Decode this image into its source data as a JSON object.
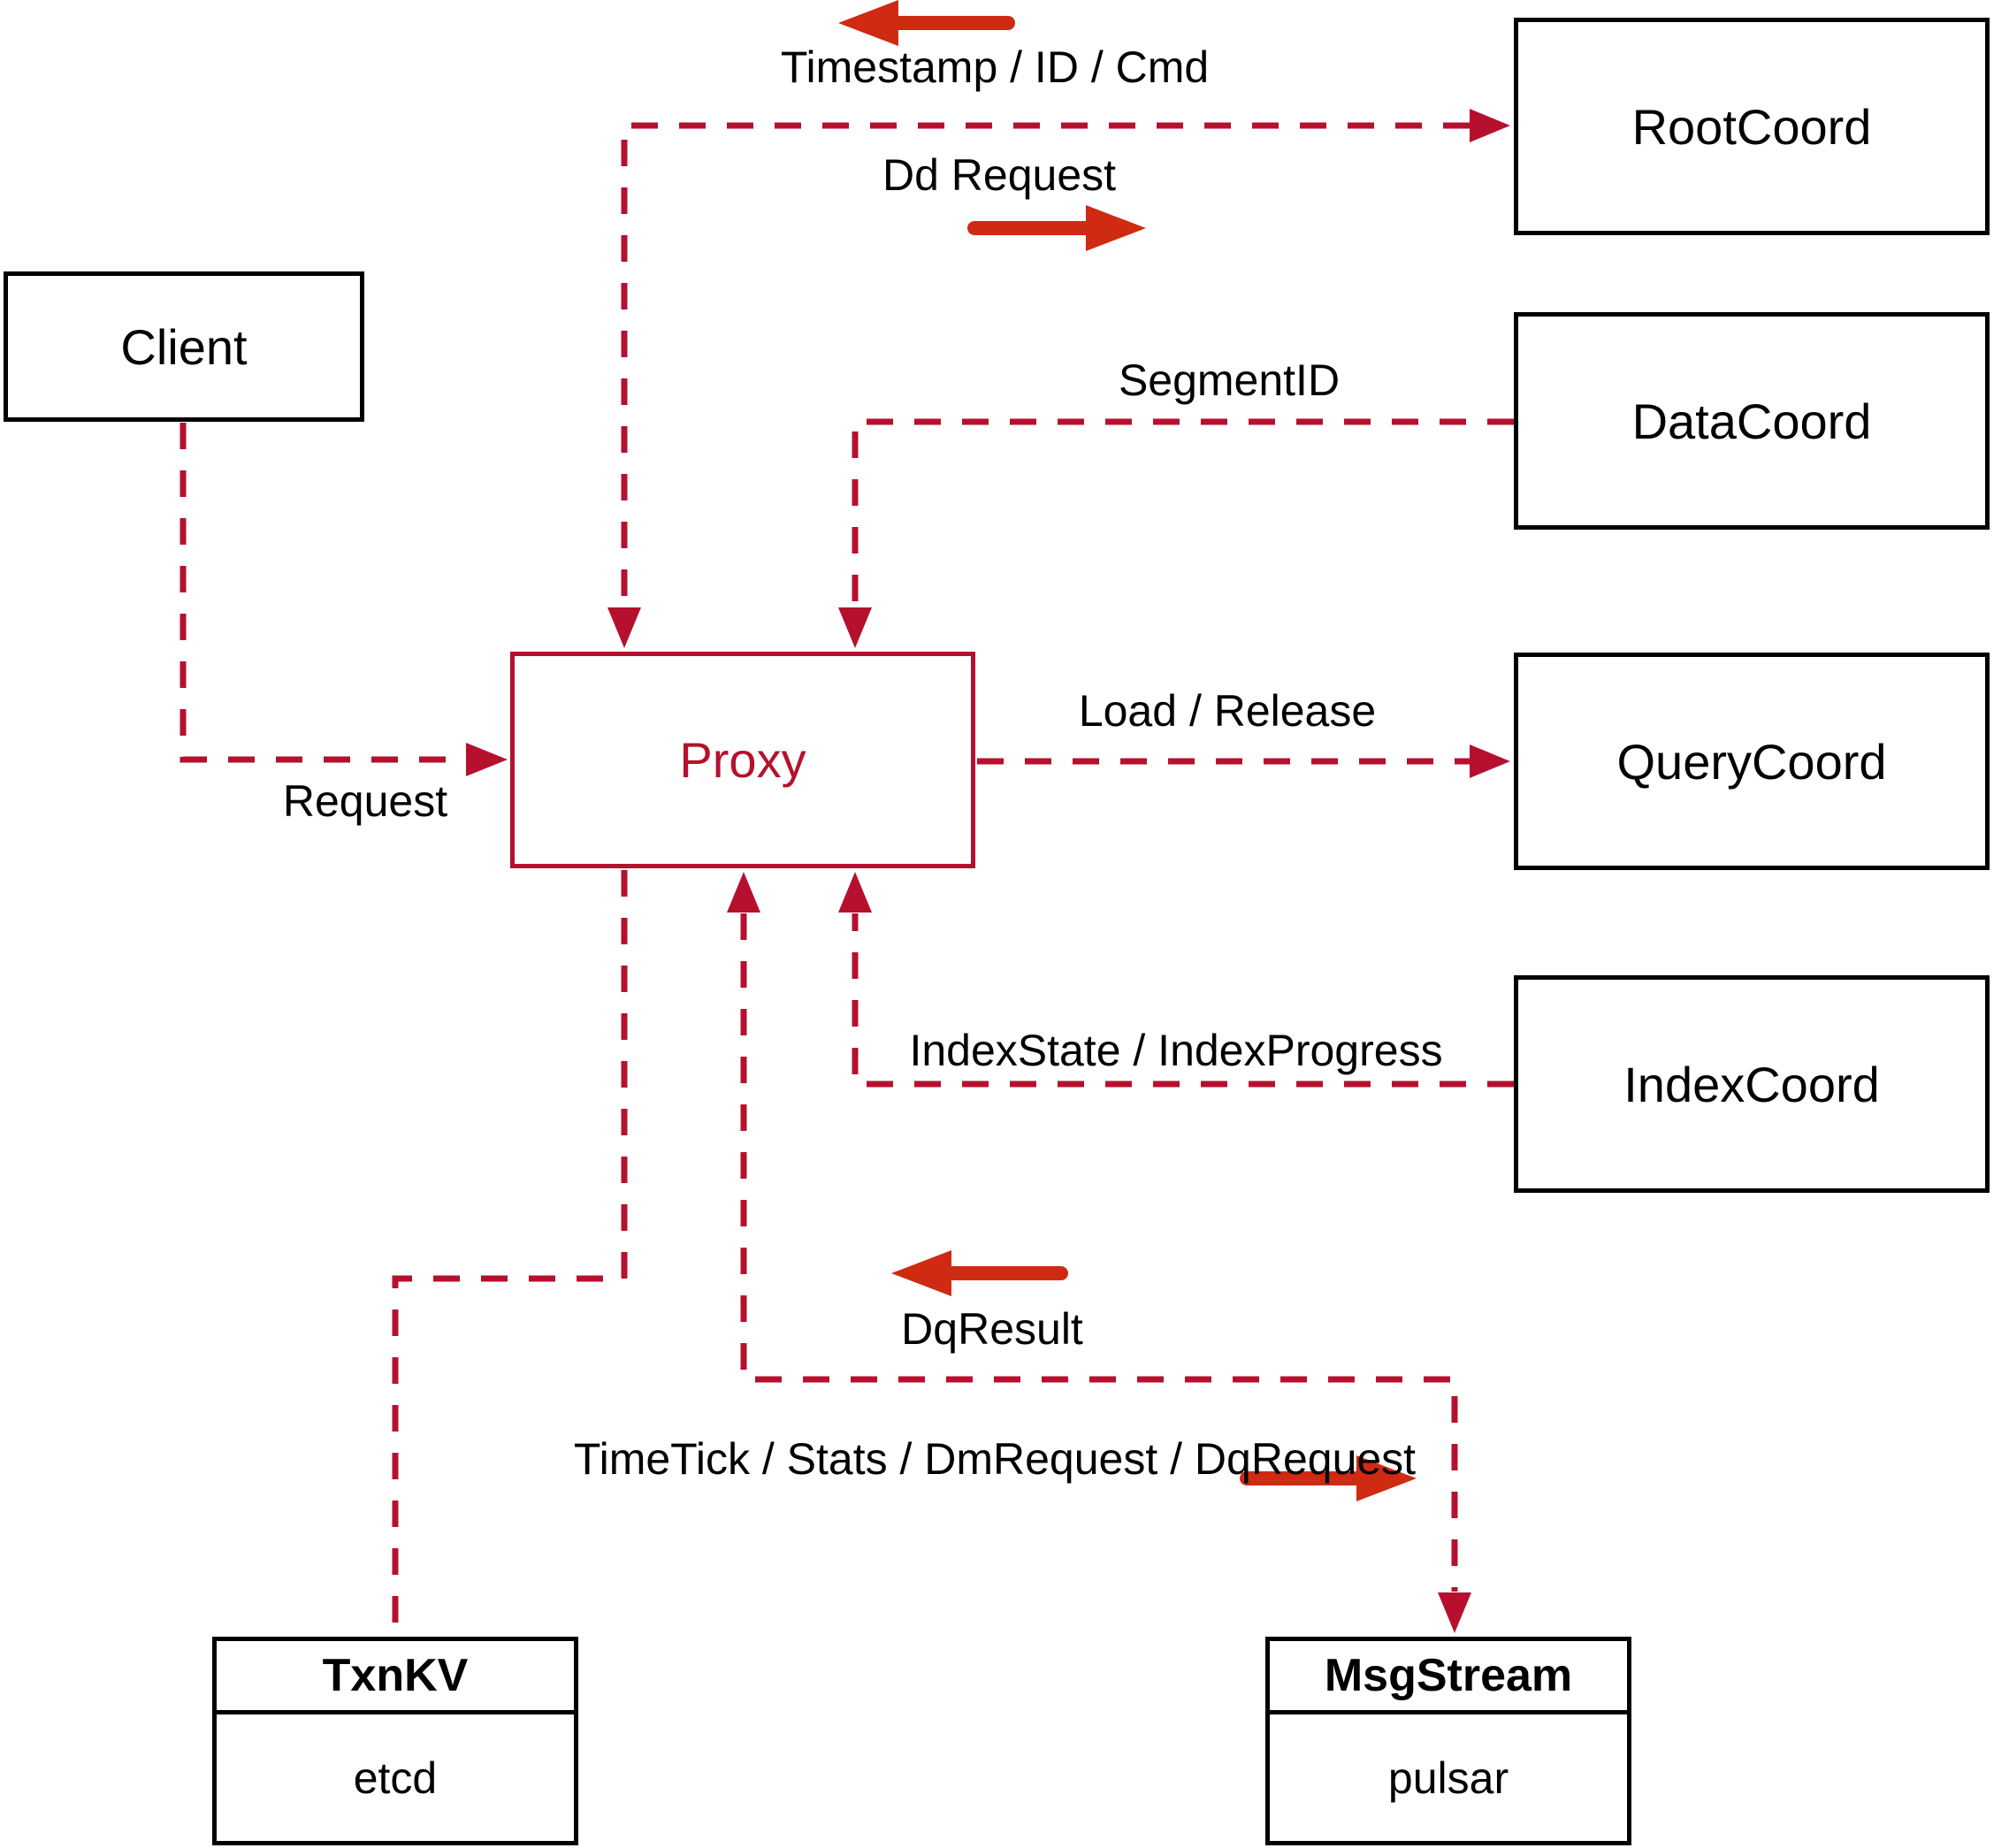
{
  "colors": {
    "line_crimson": "#b5112e",
    "arrow_red": "#cf2a12",
    "box_border": "#000000",
    "text": "#000000",
    "background": "#ffffff"
  },
  "nodes": {
    "client": {
      "label": "Client"
    },
    "proxy": {
      "label": "Proxy"
    },
    "root_coord": {
      "label": "RootCoord"
    },
    "data_coord": {
      "label": "DataCoord"
    },
    "query_coord": {
      "label": "QueryCoord"
    },
    "index_coord": {
      "label": "IndexCoord"
    },
    "txn_kv": {
      "title": "TxnKV",
      "subtitle": "etcd"
    },
    "msg_stream": {
      "title": "MsgStream",
      "subtitle": "pulsar"
    }
  },
  "edges": {
    "root_to_proxy": {
      "label": "Timestamp / ID / Cmd",
      "direction": "left"
    },
    "proxy_to_root": {
      "label": "Dd Request",
      "direction": "right"
    },
    "data_to_proxy": {
      "label": "SegmentID"
    },
    "proxy_to_query": {
      "label": "Load / Release"
    },
    "index_to_proxy": {
      "label": "IndexState / IndexProgress"
    },
    "client_to_proxy": {
      "label": "Request"
    },
    "msg_to_proxy": {
      "label": "DqResult",
      "direction": "left"
    },
    "proxy_to_msg": {
      "label": "TimeTick / Stats / DmRequest / DqRequest",
      "direction": "right"
    }
  }
}
